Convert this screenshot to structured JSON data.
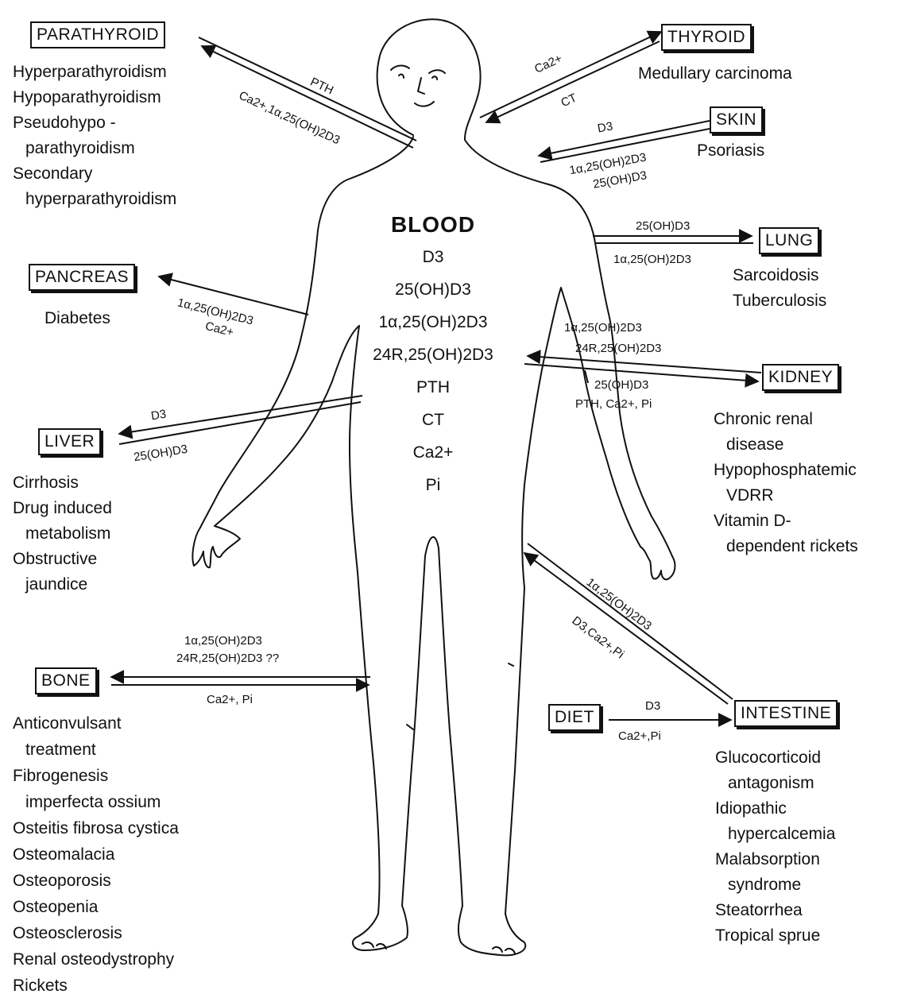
{
  "blood": {
    "title": "BLOOD",
    "items": [
      "D3",
      "25(OH)D3",
      "1α,25(OH)2D3",
      "24R,25(OH)2D3",
      "PTH",
      "CT",
      "Ca2+",
      "Pi"
    ]
  },
  "organs": {
    "parathyroid": {
      "name": "PARATHYROID",
      "diseases": [
        "Hyperparathyroidism",
        "Hypoparathyroidism",
        "Pseudohypo -",
        "parathyroidism",
        "Secondary",
        "hyperparathyroidism"
      ]
    },
    "thyroid": {
      "name": "THYROID",
      "diseases": [
        "Medullary carcinoma"
      ]
    },
    "skin": {
      "name": "SKIN",
      "diseases": [
        "Psoriasis"
      ]
    },
    "lung": {
      "name": "LUNG",
      "diseases": [
        "Sarcoidosis",
        "Tuberculosis"
      ]
    },
    "pancreas": {
      "name": "PANCREAS",
      "diseases": [
        "Diabetes"
      ]
    },
    "kidney": {
      "name": "KIDNEY",
      "diseases": [
        "Chronic renal",
        "disease",
        "Hypophosphatemic",
        "VDRR",
        "Vitamin D-",
        "dependent rickets"
      ]
    },
    "liver": {
      "name": "LIVER",
      "diseases": [
        "Cirrhosis",
        "Drug induced",
        "metabolism",
        "Obstructive",
        "jaundice"
      ]
    },
    "bone": {
      "name": "BONE",
      "diseases": [
        "Anticonvulsant",
        "treatment",
        "Fibrogenesis",
        "imperfecta ossium",
        "Osteitis fibrosa cystica",
        "Osteomalacia",
        "Osteoporosis",
        "Osteopenia",
        "Osteosclerosis",
        "Renal osteodystrophy",
        "Rickets"
      ]
    },
    "diet": {
      "name": "DIET"
    },
    "intestine": {
      "name": "INTESTINE",
      "diseases": [
        "Glucocorticoid",
        "antagonism",
        "Idiopathic",
        "hypercalcemia",
        "Malabsorption",
        "syndrome",
        "Steatorrhea",
        "Tropical sprue"
      ]
    }
  },
  "flow_labels": {
    "parathyroid_out": "PTH",
    "parathyroid_in": "Ca2+,1α,25(OH)2D3",
    "thyroid_in": "Ca2+",
    "thyroid_out": "CT",
    "skin_out": "D3",
    "skin_in_1": "1α,25(OH)2D3",
    "skin_in_2": "25(OH)D3",
    "lung_in": "25(OH)D3",
    "lung_out": "1α,25(OH)2D3",
    "pancreas_in_1": "1α,25(OH)2D3",
    "pancreas_in_2": "Ca2+",
    "kidney_out_1": "1α,25(OH)2D3",
    "kidney_out_2": "24R,25(OH)2D3",
    "kidney_in_1": "25(OH)D3",
    "kidney_in_2": "PTH, Ca2+, Pi",
    "liver_in": "D3",
    "liver_out": "25(OH)D3",
    "bone_in_1": "1α,25(OH)2D3",
    "bone_in_2": "24R,25(OH)2D3 ??",
    "bone_out": "Ca2+, Pi",
    "intestine_in": "1α,25(OH)2D3",
    "intestine_out": "D3,Ca2+,Pi",
    "diet_1": "D3",
    "diet_2": "Ca2+,Pi"
  }
}
